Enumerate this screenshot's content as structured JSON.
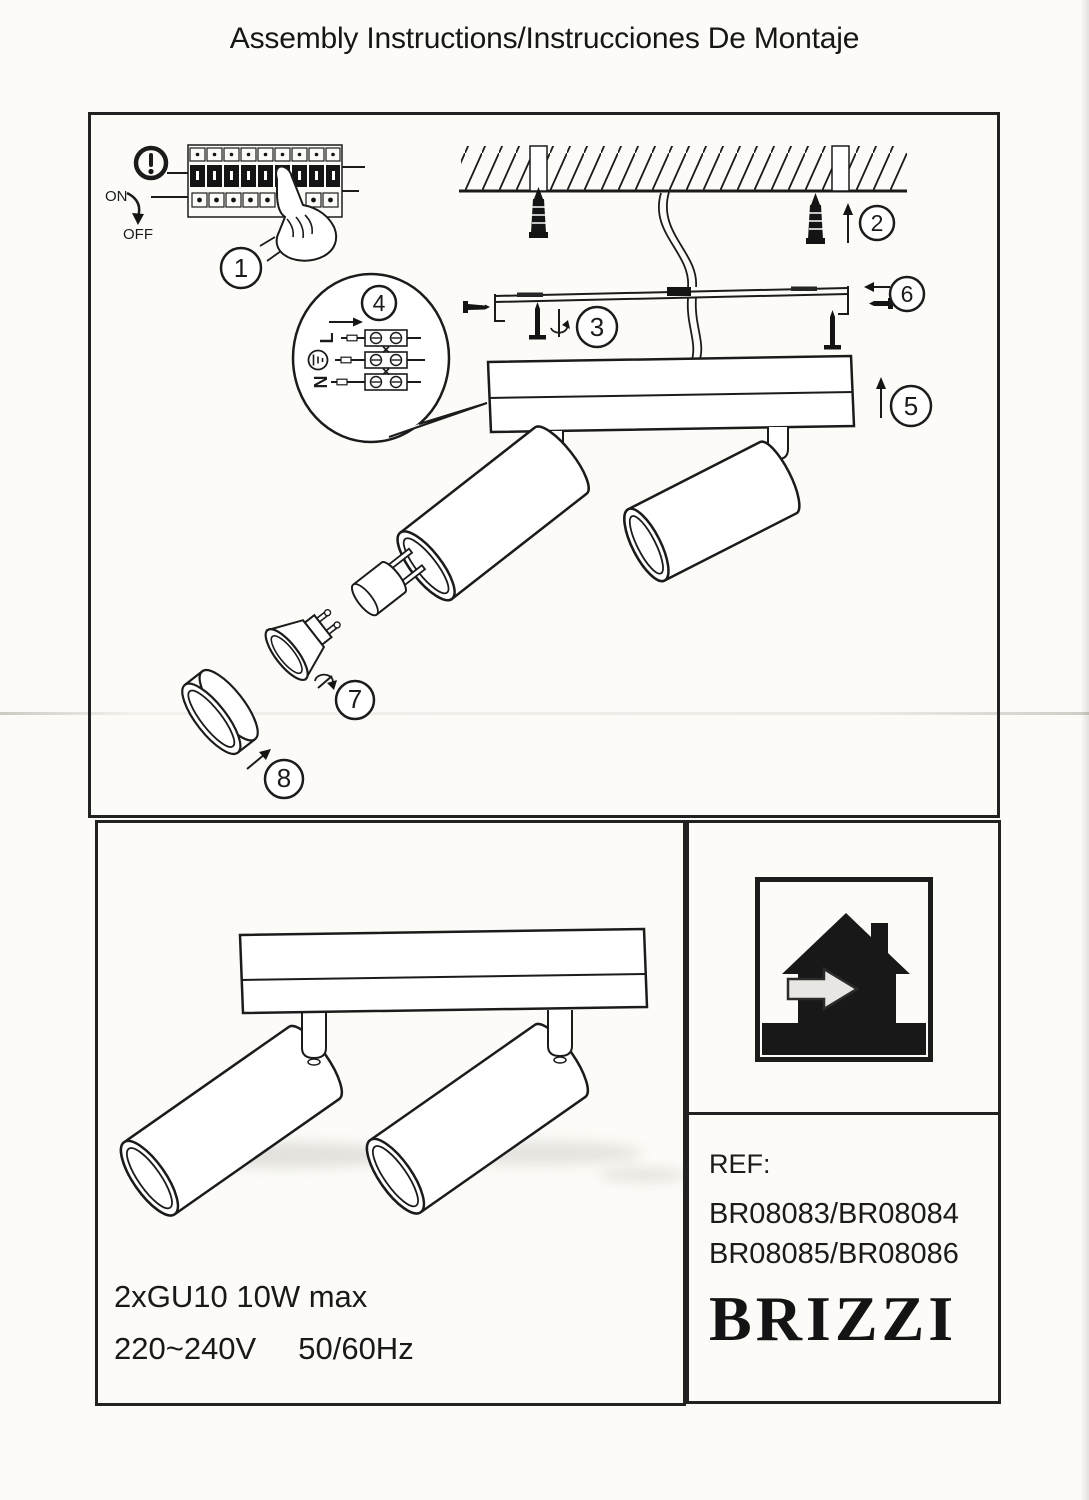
{
  "title": "Assembly Instructions/Instrucciones De Montaje",
  "diagram": {
    "power": {
      "on": "ON",
      "off": "OFF"
    },
    "steps": {
      "s1": "1",
      "s2": "2",
      "s3": "3",
      "s4": "4",
      "s5": "5",
      "s6": "6",
      "s7": "7",
      "s8": "8"
    },
    "terminal": {
      "live": "L",
      "neutral": "N"
    }
  },
  "product_panel": {
    "lamp_spec": "2xGU10 10W max",
    "voltage": "220~240V",
    "frequency": "50/60Hz"
  },
  "reference_panel": {
    "ref_label": "REF:",
    "models_line1": "BR08083/BR08084",
    "models_line2": "BR08085/BR08086",
    "brand": "BRIZZI"
  },
  "colors": {
    "ink": "#1b1b1b",
    "paper": "#fcfbf7"
  }
}
